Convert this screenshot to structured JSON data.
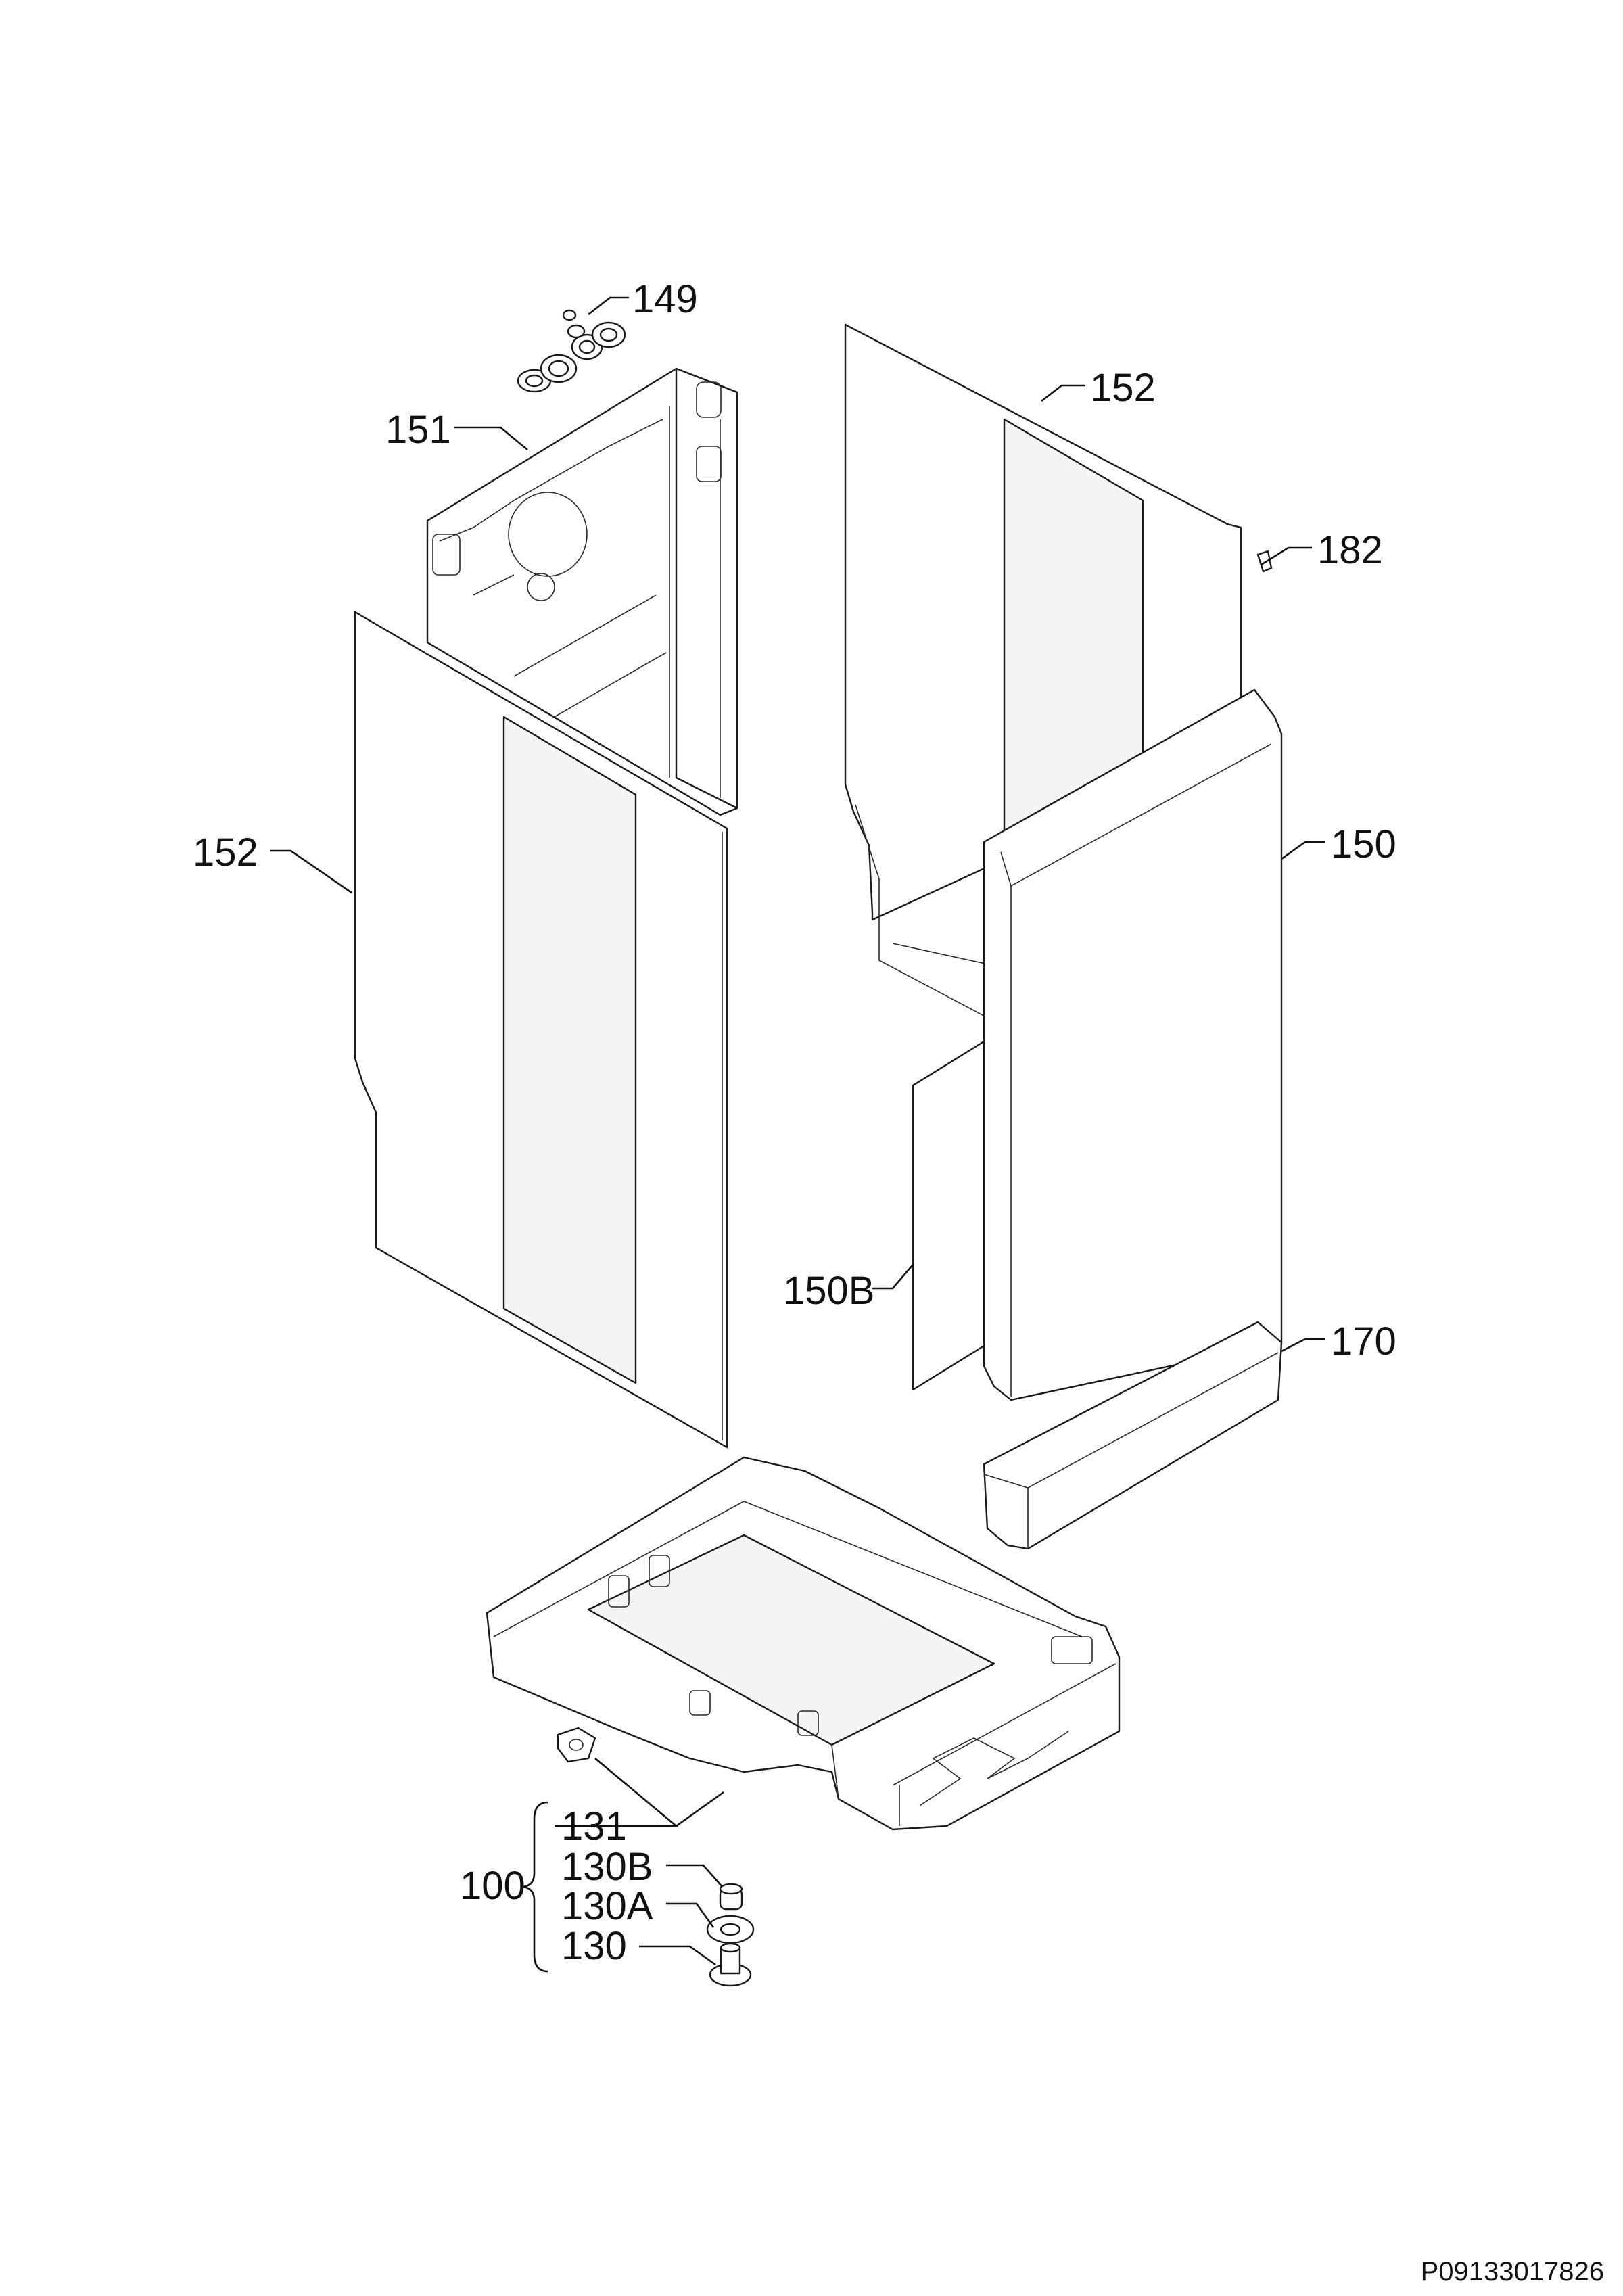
{
  "callouts": {
    "c149": "149",
    "c151": "151",
    "c152_right": "152",
    "c182": "182",
    "c152_left": "152",
    "c150": "150",
    "c150b": "150B",
    "c170": "170",
    "c131": "131",
    "c100": "100",
    "c130b": "130B",
    "c130a": "130A",
    "c130": "130"
  },
  "document_code": "P09133017826"
}
